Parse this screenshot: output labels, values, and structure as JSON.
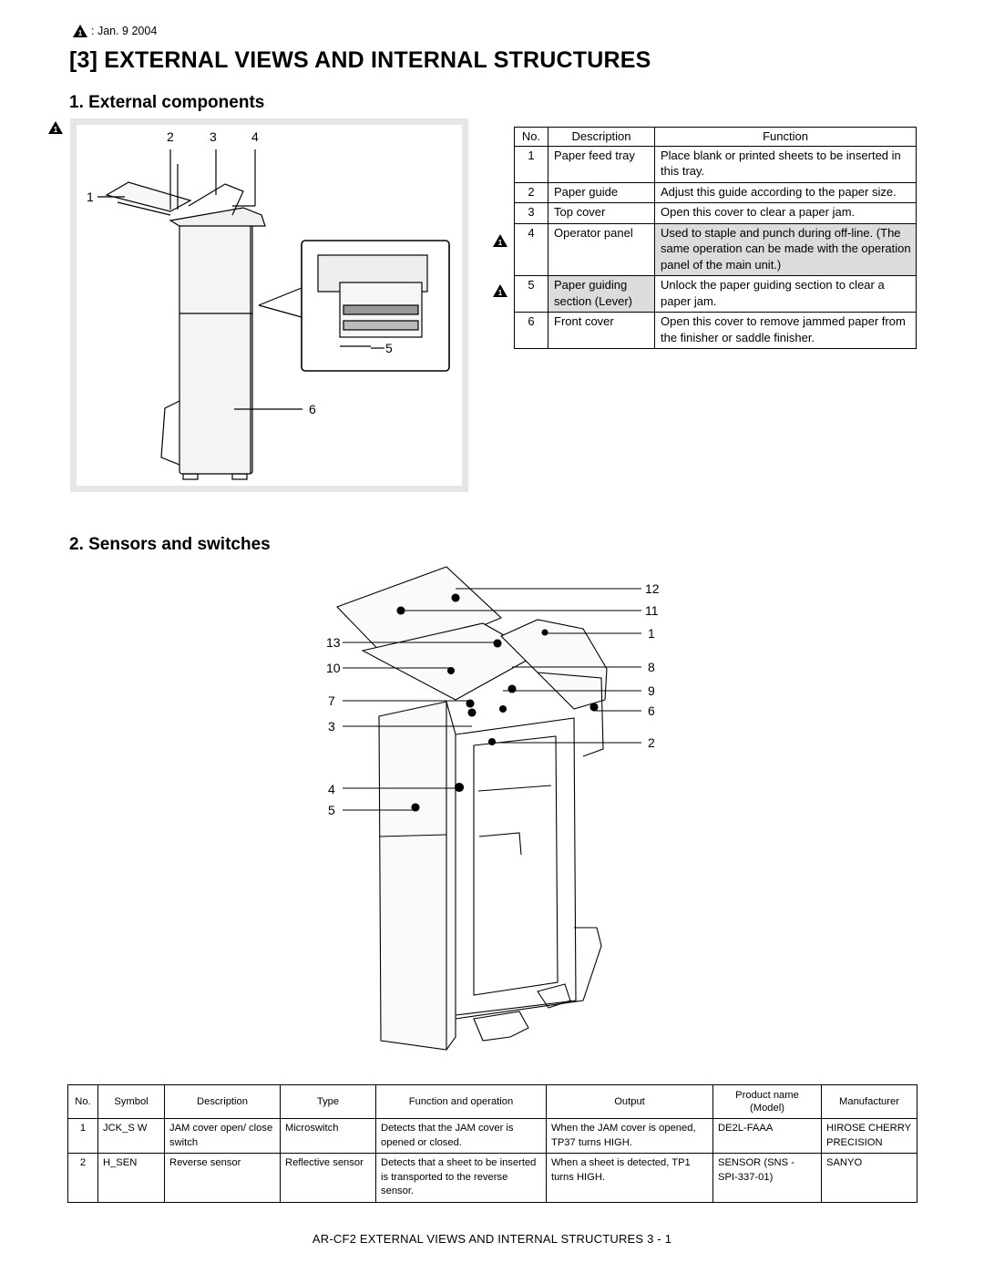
{
  "revision": {
    "date": ": Jan. 9 2004",
    "mark": "1"
  },
  "title": "[3]  EXTERNAL VIEWS AND INTERNAL STRUCTURES",
  "section1": {
    "heading": "1.  External components"
  },
  "section2": {
    "heading": "2.  Sensors and switches"
  },
  "figure1": {
    "callouts": [
      "1",
      "2",
      "3",
      "4",
      "5",
      "6"
    ]
  },
  "figure2": {
    "callouts_left": [
      "13",
      "10",
      "7",
      "3",
      "4",
      "5"
    ],
    "callouts_right": [
      "12",
      "11",
      "1",
      "8",
      "9",
      "6",
      "2"
    ]
  },
  "components_table": {
    "headers": [
      "No.",
      "Description",
      "Function"
    ],
    "rows": [
      {
        "no": "1",
        "description": "Paper feed tray",
        "function": "Place blank or printed sheets to be inserted in this tray."
      },
      {
        "no": "2",
        "description": "Paper guide",
        "function": "Adjust this guide according to the paper size."
      },
      {
        "no": "3",
        "description": "Top cover",
        "function": "Open this cover to clear a paper jam."
      },
      {
        "no": "4",
        "description": "Operator panel",
        "function": "Used to staple and punch during off-line. (The same operation can be made with the operation panel of the main unit.)"
      },
      {
        "no": "5",
        "description": "Paper guiding section (Lever)",
        "function": "Unlock the paper guiding section to clear a paper jam."
      },
      {
        "no": "6",
        "description": "Front cover",
        "function": "Open this cover to remove jammed paper from the finisher or saddle finisher."
      }
    ]
  },
  "sensors_table": {
    "headers": [
      "No.",
      "Symbol",
      "Description",
      "Type",
      "Function and operation",
      "Output",
      "Product name (Model)",
      "Manufacturer"
    ],
    "rows": [
      {
        "no": "1",
        "symbol": "JCK_S W",
        "description": "JAM cover open/ close switch",
        "type": "Microswitch",
        "function": "Detects that the JAM cover is opened or closed.",
        "output": "When the JAM cover is opened, TP37 turns HIGH.",
        "product": "DE2L-FAAA",
        "manufacturer": "HIROSE CHERRY PRECISION"
      },
      {
        "no": "2",
        "symbol": "H_SEN",
        "description": "Reverse sensor",
        "type": "Reflective sensor",
        "function": "Detects that a sheet to be inserted is transported to the reverse sensor.",
        "output": "When a sheet is detected, TP1 turns HIGH.",
        "product": "SENSOR (SNS - SPI-337-01)",
        "manufacturer": "SANYO"
      }
    ]
  },
  "footer": "AR-CF2  EXTERNAL VIEWS AND INTERNAL STRUCTURES  3 - 1"
}
